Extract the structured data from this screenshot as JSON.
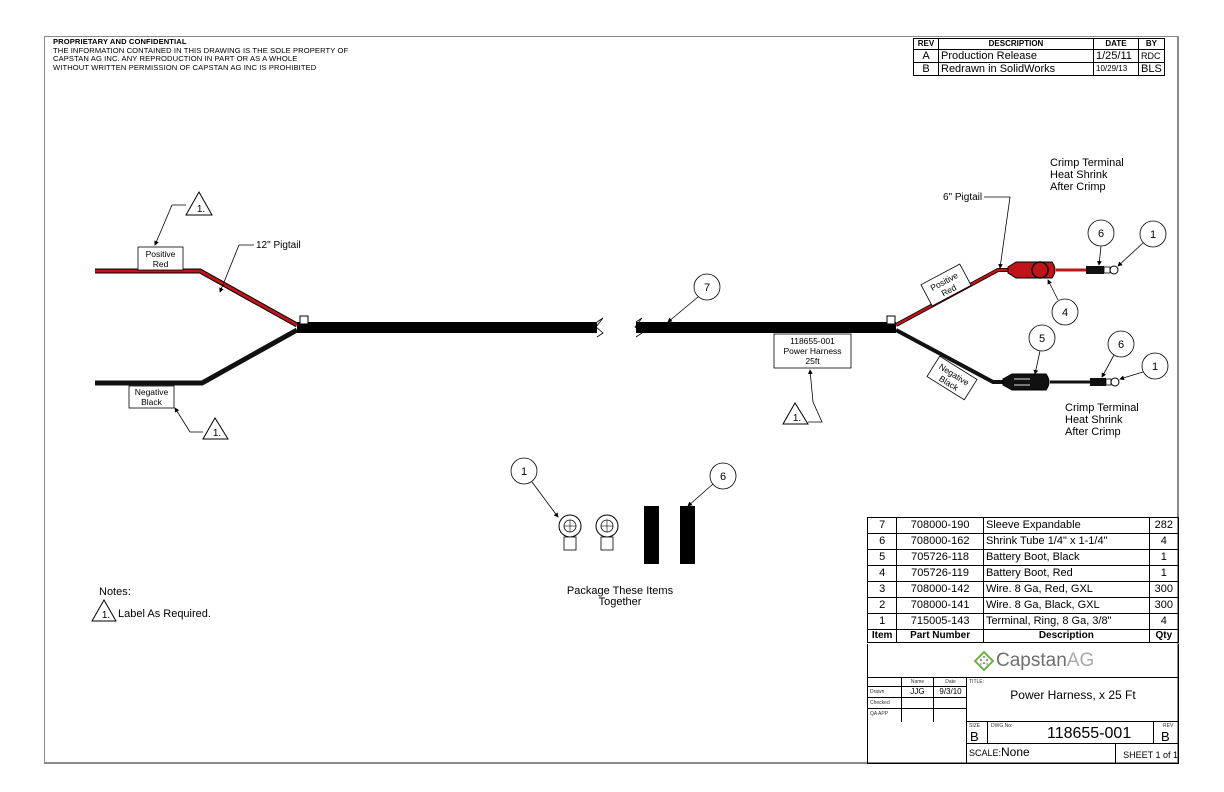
{
  "proprietary": {
    "heading": "PROPRIETARY AND CONFIDENTIAL",
    "lines": [
      "THE INFORMATION CONTAINED IN THIS DRAWING IS THE SOLE PROPERTY OF",
      "CAPSTAN AG INC. ANY REPRODUCTION IN PART OR AS A WHOLE",
      "WITHOUT WRITTEN PERMISSION OF CAPSTAN AG INC IS PROHIBITED"
    ]
  },
  "revision_table": {
    "headers": [
      "REV",
      "DESCRIPTION",
      "DATE",
      "BY"
    ],
    "rows": [
      {
        "rev": "A",
        "description": "Production Release",
        "date": "1/25/11",
        "by": "RDC"
      },
      {
        "rev": "B",
        "description": "Redrawn in SolidWorks",
        "date": "10/29/13",
        "by": "BLS"
      }
    ]
  },
  "drawing": {
    "colors": {
      "positive_wire": "#c0141a",
      "negative_wire": "#111111",
      "sleeve": "#000000",
      "boot_red": "#c0141a",
      "line": "#000000"
    },
    "labels": {
      "positive_left": [
        "Positive",
        "Red"
      ],
      "negative_left": [
        "Negative",
        "Black"
      ],
      "pigtail_left": "12\" Pigtail",
      "pigtail_right": "6\" Pigtail",
      "harness_tag": [
        "118655-001",
        "Power Harness",
        "25ft"
      ],
      "positive_right": [
        "Positive",
        "Red"
      ],
      "negative_right": [
        "Negative",
        "Black"
      ],
      "crimp_note_top": [
        "Crimp Terminal",
        "Heat Shrink",
        "After Crimp"
      ],
      "crimp_note_bottom": [
        "Crimp Terminal",
        "Heat Shrink",
        "After Crimp"
      ],
      "note_flag": "1."
    },
    "balloons": {
      "sleeve": "7",
      "boot_red": "4",
      "boot_black": "5",
      "shrink_top": "6",
      "terminal_top": "1",
      "shrink_bottom": "6",
      "terminal_bottom": "1",
      "pkg_terminal": "1",
      "pkg_shrink": "6"
    },
    "package_note": [
      "Package These Items",
      "Together"
    ]
  },
  "notes": {
    "title": "Notes:",
    "items": [
      {
        "flag": "1.",
        "text": "Label As Required."
      }
    ]
  },
  "bom": {
    "headers": [
      "Item",
      "Part Number",
      "Description",
      "Qty"
    ],
    "rows": [
      {
        "item": "7",
        "part": "708000-190",
        "desc": "Sleeve Expandable",
        "qty": "282"
      },
      {
        "item": "6",
        "part": "708000-162",
        "desc": "Shrink Tube 1/4\" x 1-1/4\"",
        "qty": "4"
      },
      {
        "item": "5",
        "part": "705726-118",
        "desc": "Battery Boot, Black",
        "qty": "1"
      },
      {
        "item": "4",
        "part": "705726-119",
        "desc": "Battery Boot, Red",
        "qty": "1"
      },
      {
        "item": "3",
        "part": "708000-142",
        "desc": "Wire. 8 Ga, Red, GXL",
        "qty": "300"
      },
      {
        "item": "2",
        "part": "708000-141",
        "desc": "Wire. 8 Ga, Black, GXL",
        "qty": "300"
      },
      {
        "item": "1",
        "part": "715005-143",
        "desc": "Terminal, Ring, 8 Ga, 3/8\"",
        "qty": "4"
      }
    ]
  },
  "title_block": {
    "logo": {
      "name": "CapstanAG",
      "prefix": "Capstan",
      "suffix": "AG",
      "color_green": "#6db33f",
      "color_text": "#6d6e71",
      "color_suffix": "#a7a9ac"
    },
    "sign_headers": {
      "name": "Name",
      "date": "Date"
    },
    "sign_rows": [
      {
        "role": "Drawn",
        "name": "JJG",
        "date": "9/3/10"
      },
      {
        "role": "Checked",
        "name": "",
        "date": ""
      },
      {
        "role": "QA APP",
        "name": "",
        "date": ""
      }
    ],
    "title_label": "TITLE:",
    "title": "Power Harness, x 25 Ft",
    "size_label": "SIZE",
    "size": "B",
    "dwg_label": "DWG No:",
    "dwg_no": "118655-001",
    "rev_label": "REV",
    "rev": "B",
    "scale_label": "SCALE:",
    "scale": "None",
    "sheet": "SHEET 1 of 1"
  }
}
